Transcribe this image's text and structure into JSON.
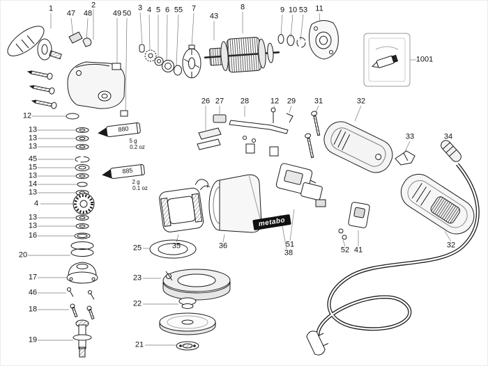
{
  "diagram": {
    "brand": "metabo",
    "callouts": [
      {
        "n": "1"
      },
      {
        "n": "47"
      },
      {
        "n": "48"
      },
      {
        "n": "2"
      },
      {
        "n": "49"
      },
      {
        "n": "50"
      },
      {
        "n": "3"
      },
      {
        "n": "4"
      },
      {
        "n": "5"
      },
      {
        "n": "6"
      },
      {
        "n": "55"
      },
      {
        "n": "7"
      },
      {
        "n": "43"
      },
      {
        "n": "8"
      },
      {
        "n": "9"
      },
      {
        "n": "10"
      },
      {
        "n": "53"
      },
      {
        "n": "11"
      },
      {
        "n": "1001"
      },
      {
        "n": "26"
      },
      {
        "n": "27"
      },
      {
        "n": "28"
      },
      {
        "n": "12"
      },
      {
        "n": "29"
      },
      {
        "n": "31"
      },
      {
        "n": "32"
      },
      {
        "n": "33"
      },
      {
        "n": "34"
      },
      {
        "n": "32"
      },
      {
        "n": "12"
      },
      {
        "n": "13"
      },
      {
        "n": "13"
      },
      {
        "n": "13"
      },
      {
        "n": "45"
      },
      {
        "n": "15"
      },
      {
        "n": "13"
      },
      {
        "n": "14"
      },
      {
        "n": "13"
      },
      {
        "n": "4"
      },
      {
        "n": "13"
      },
      {
        "n": "13"
      },
      {
        "n": "16"
      },
      {
        "n": "20"
      },
      {
        "n": "17"
      },
      {
        "n": "46"
      },
      {
        "n": "18"
      },
      {
        "n": "19"
      },
      {
        "n": "25"
      },
      {
        "n": "23"
      },
      {
        "n": "22"
      },
      {
        "n": "21"
      },
      {
        "n": "35"
      },
      {
        "n": "36"
      },
      {
        "n": "51"
      },
      {
        "n": "38"
      },
      {
        "n": "52"
      },
      {
        "n": "41"
      }
    ],
    "tubes": [
      {
        "id": "880",
        "amount": "5 g",
        "amount_oz": "0.2 oz"
      },
      {
        "id": "885",
        "amount": "2 g",
        "amount_oz": "0.1 oz"
      }
    ]
  }
}
